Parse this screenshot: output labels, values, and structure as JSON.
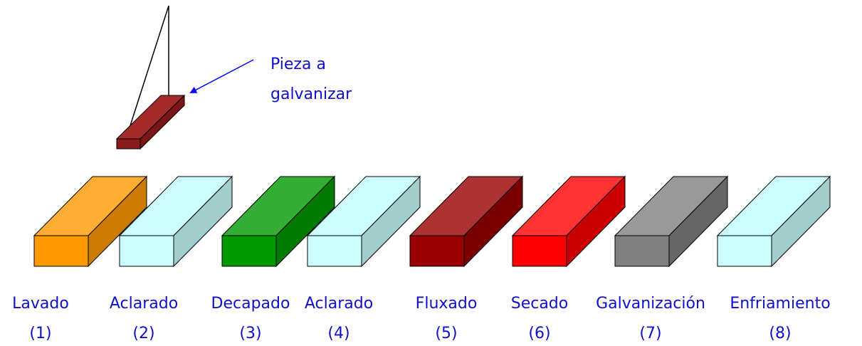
{
  "callout": {
    "line1": "Pieza a",
    "line2": "galvanizar",
    "color": "#0000ff"
  },
  "piece": {
    "top_color": "#a52a2a",
    "front_color": "#8b1a1a",
    "side_color": "#7a1616"
  },
  "label_color": "#1010c8",
  "tanks": [
    {
      "name": "Lavado",
      "number": "(1)",
      "front": "#ff9900",
      "top": "#ffad33",
      "side": "#cc7a00"
    },
    {
      "name": "Aclarado",
      "number": "(2)",
      "front": "#ccffff",
      "top": "#ccffff",
      "side": "#a3cccc"
    },
    {
      "name": "Decapado",
      "number": "(3)",
      "front": "#009900",
      "top": "#33ad33",
      "side": "#007a00"
    },
    {
      "name": "Aclarado",
      "number": "(4)",
      "front": "#ccffff",
      "top": "#ccffff",
      "side": "#a3cccc"
    },
    {
      "name": "Fluxado",
      "number": "(5)",
      "front": "#990000",
      "top": "#ad3333",
      "side": "#7a0000"
    },
    {
      "name": "Secado",
      "number": "(6)",
      "front": "#ff0000",
      "top": "#ff3333",
      "side": "#cc0000"
    },
    {
      "name": "Galvanización",
      "number": "(7)",
      "front": "#808080",
      "top": "#999999",
      "side": "#666666"
    },
    {
      "name": "Enfriamiento",
      "number": "(8)",
      "front": "#ccffff",
      "top": "#ccffff",
      "side": "#a3cccc"
    }
  ]
}
